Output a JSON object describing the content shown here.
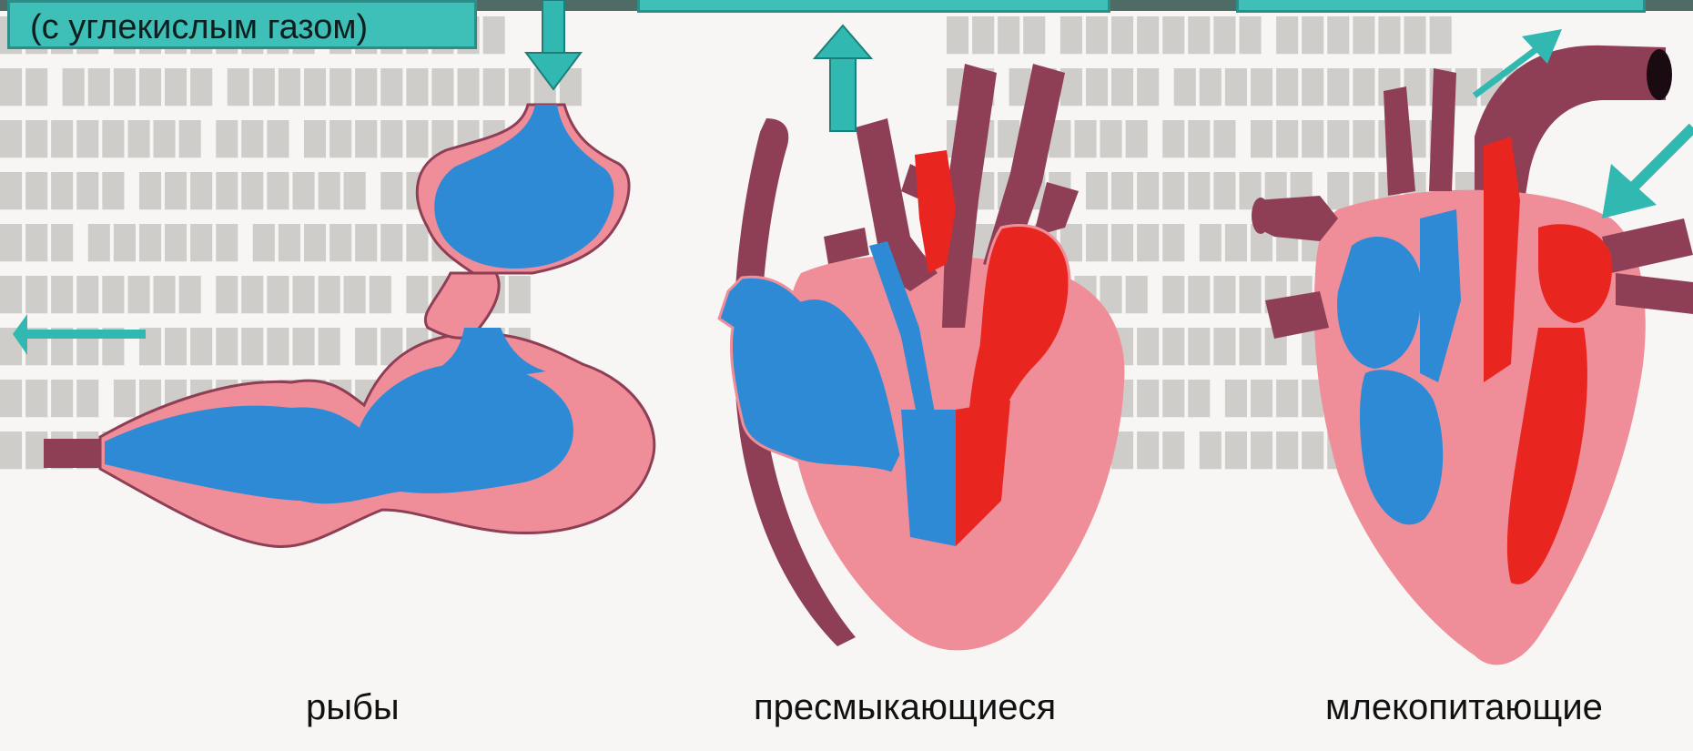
{
  "top_label_left": "(с углекислым газом)",
  "captions": {
    "fish": "рыбы",
    "reptiles": "пресмыкающиеся",
    "mammals": "млекопитающие"
  },
  "colors": {
    "venous": "#2f8ad6",
    "arterial": "#e8261f",
    "tissue": "#ef8e99",
    "vessel": "#8e3f55",
    "arrow": "#31b8b0"
  }
}
